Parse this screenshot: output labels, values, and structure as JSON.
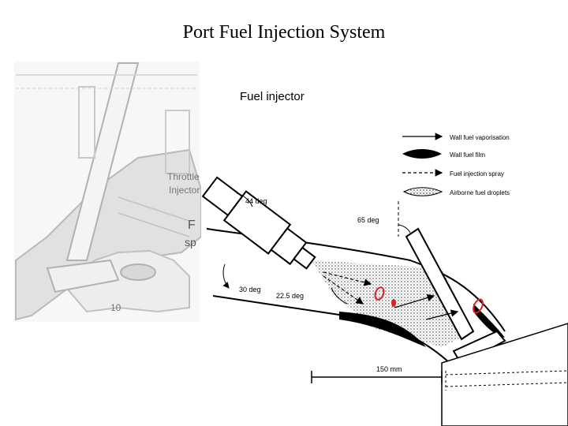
{
  "slide": {
    "title": "Port Fuel Injection System"
  },
  "left_drawing": {
    "labels": [
      "Throttle b",
      "Injector",
      "F",
      "sp",
      "10"
    ]
  },
  "diagram": {
    "injector_label": "Fuel injector",
    "legend": [
      {
        "label": "Wall fuel vaporisation",
        "style": "arrow"
      },
      {
        "label": "Wall fuel film",
        "style": "black-blob"
      },
      {
        "label": "Fuel injection spray",
        "style": "dashed-arrow"
      },
      {
        "label": "Airborne fuel droplets",
        "style": "stippled"
      }
    ],
    "angles": [
      "44 deg",
      "65 deg",
      "30 deg",
      "22.5 deg"
    ],
    "scale_label": "150 mm",
    "accent_color": "#e02020"
  }
}
